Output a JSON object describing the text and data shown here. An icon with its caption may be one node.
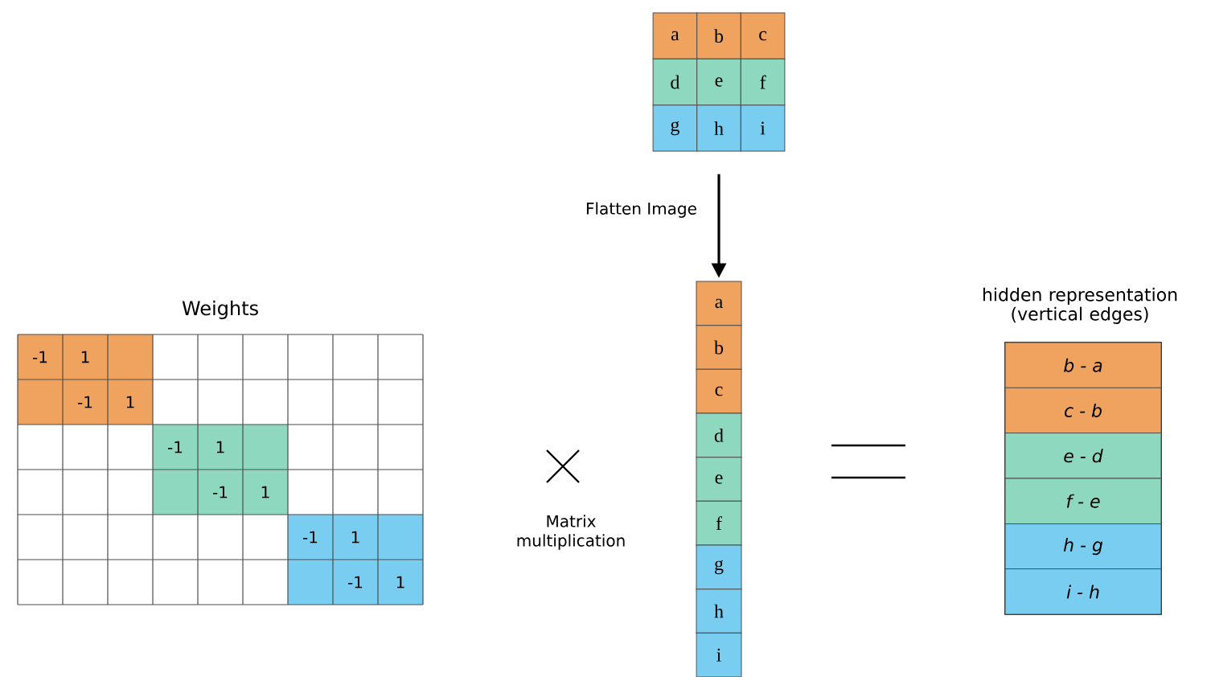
{
  "diagram": {
    "nodes": [
      {
        "text": [
          "a"
        ]
      },
      {
        "text": [
          "b"
        ]
      },
      {
        "text": [
          "c"
        ]
      },
      {
        "text": [
          "d"
        ]
      },
      {
        "text": [
          "e"
        ]
      },
      {
        "text": [
          "f"
        ]
      },
      {
        "text": [
          "g"
        ]
      },
      {
        "text": [
          "h"
        ]
      },
      {
        "text": [
          "i"
        ]
      },
      {
        "text": [
          "a"
        ]
      },
      {
        "text": [
          "b"
        ]
      },
      {
        "text": [
          "c"
        ]
      },
      {
        "text": [
          "d"
        ]
      },
      {
        "text": [
          "e"
        ]
      },
      {
        "text": [
          "f"
        ]
      },
      {
        "text": [
          "g"
        ]
      },
      {
        "text": [
          "h"
        ]
      },
      {
        "text": [
          "i"
        ]
      },
      {
        "text": [
          "Weights"
        ]
      },
      {
        "text": [
          "hidden representation (vertical edges)"
        ]
      },
      {
        "text": [
          "b - a"
        ],
        "in": 19
      },
      {
        "text": [
          "c - b"
        ],
        "in": 19
      },
      {
        "text": [
          "e - d"
        ],
        "in": 19
      },
      {
        "text": [
          "f - e"
        ],
        "in": 19
      },
      {
        "text": [
          "h - g"
        ],
        "in": 19
      },
      {
        "text": [
          "i - h"
        ],
        "in": 19
      }
    ],
    "edges": [
      {
        "from": 7,
        "to": 9,
        "arrow": "to",
        "label": "Flatten Image"
      }
    ],
    "labels": [
      "-1",
      "1",
      "-1",
      "1",
      "-1",
      "1",
      "-1",
      "1",
      "-1",
      "1",
      "-1",
      "1",
      "Matrix multiplication"
    ]
  }
}
